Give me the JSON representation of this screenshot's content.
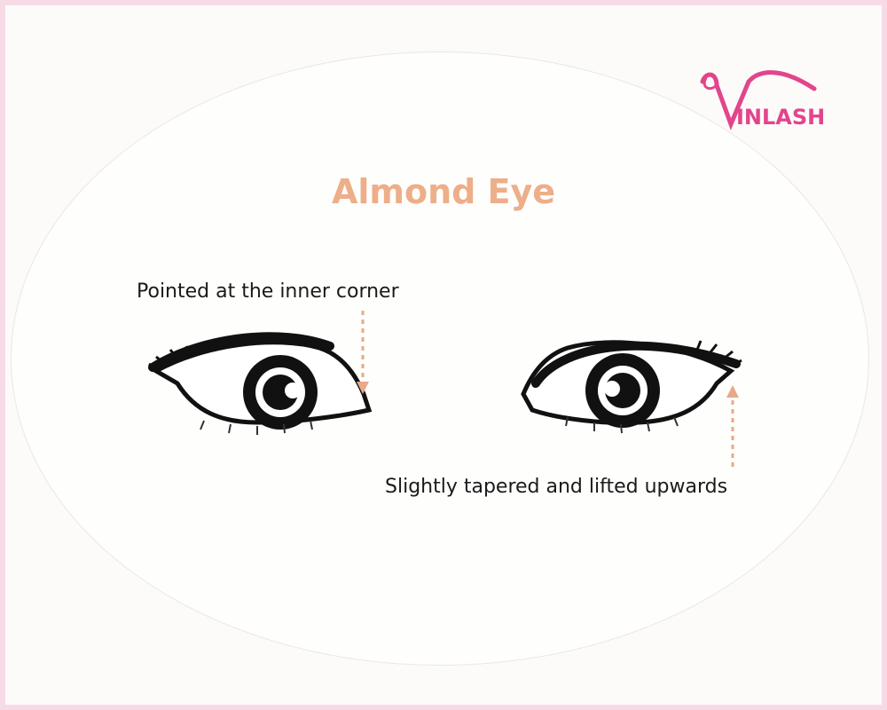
{
  "title": "Almond Eye",
  "annotations": {
    "inner_corner": "Pointed at the inner corner",
    "outer_corner": "Slightly tapered and lifted upwards"
  },
  "logo": {
    "text": "INLASH",
    "icon": "vinlash-logo-icon"
  },
  "colors": {
    "title": "#edae89",
    "arrow": "#e8a989",
    "logo": "#e2458c",
    "border": "#f6dbe6"
  }
}
